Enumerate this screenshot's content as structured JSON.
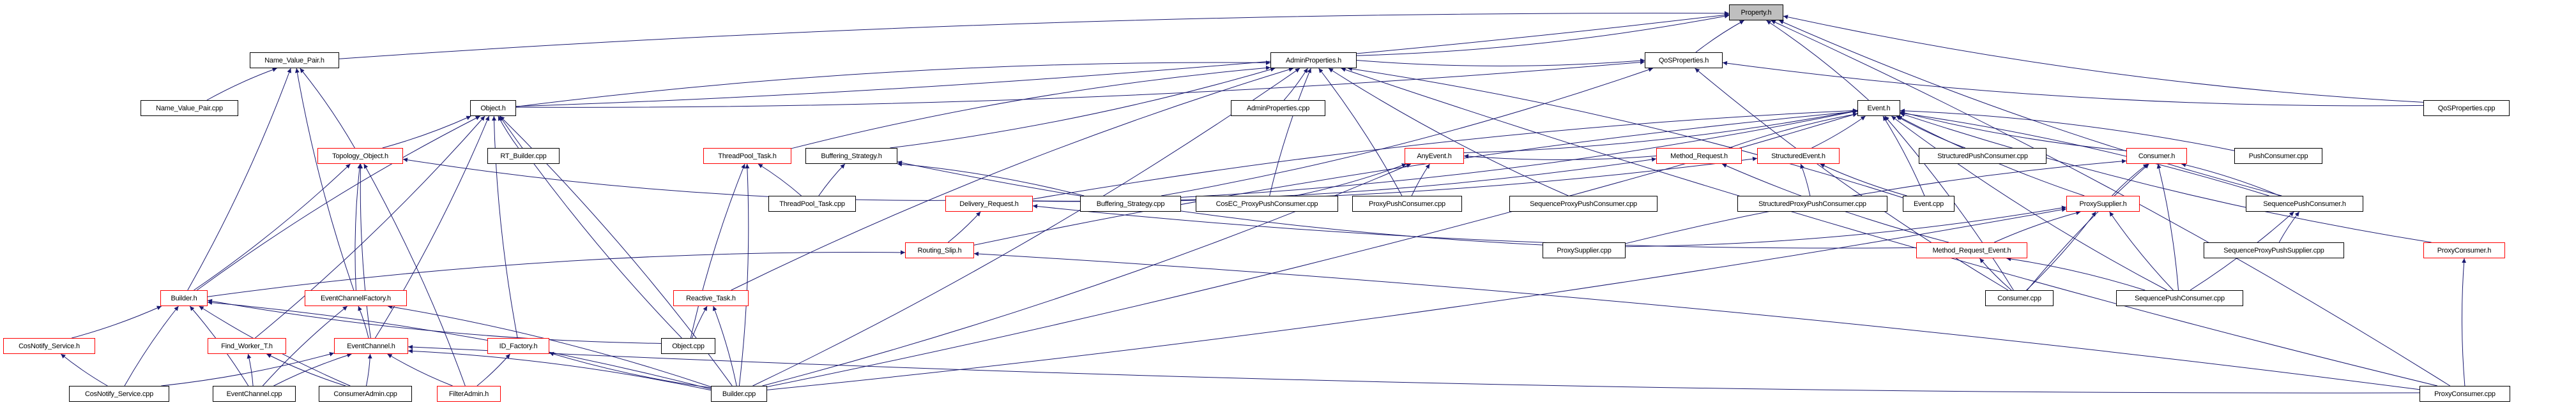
{
  "graph": {
    "title": "Property.h include dependency graph",
    "edge_color": "#191970",
    "legend": {
      "root_fill": "#bfbfbf",
      "truncated_border": "#ff0000",
      "normal_border": "#000000"
    },
    "nodes": [
      {
        "id": "property_h",
        "label": "Property.h",
        "kind": "root"
      },
      {
        "id": "name_value_pair_h",
        "label": "Name_Value_Pair.h",
        "kind": "normal"
      },
      {
        "id": "adminproperties_h",
        "label": "AdminProperties.h",
        "kind": "normal"
      },
      {
        "id": "qosproperties_h",
        "label": "QoSProperties.h",
        "kind": "normal"
      },
      {
        "id": "name_value_pair_cpp",
        "label": "Name_Value_Pair.cpp",
        "kind": "normal"
      },
      {
        "id": "object_h",
        "label": "Object.h",
        "kind": "normal"
      },
      {
        "id": "adminproperties_cpp",
        "label": "AdminProperties.cpp",
        "kind": "normal"
      },
      {
        "id": "event_h",
        "label": "Event.h",
        "kind": "normal"
      },
      {
        "id": "qosproperties_cpp",
        "label": "QoSProperties.cpp",
        "kind": "normal"
      },
      {
        "id": "topology_object_h",
        "label": "Topology_Object.h",
        "kind": "truncated"
      },
      {
        "id": "rt_builder_cpp",
        "label": "RT_Builder.cpp",
        "kind": "normal"
      },
      {
        "id": "threadpool_task_h",
        "label": "ThreadPool_Task.h",
        "kind": "truncated"
      },
      {
        "id": "buffering_strategy_h",
        "label": "Buffering_Strategy.h",
        "kind": "normal"
      },
      {
        "id": "anyevent_h",
        "label": "AnyEvent.h",
        "kind": "truncated"
      },
      {
        "id": "method_request_h",
        "label": "Method_Request.h",
        "kind": "truncated"
      },
      {
        "id": "structuredevent_h",
        "label": "StructuredEvent.h",
        "kind": "truncated"
      },
      {
        "id": "structuredpushconsumer_cpp",
        "label": "StructuredPushConsumer.cpp",
        "kind": "normal"
      },
      {
        "id": "consumer_h",
        "label": "Consumer.h",
        "kind": "truncated"
      },
      {
        "id": "pushconsumer_cpp",
        "label": "PushConsumer.cpp",
        "kind": "normal"
      },
      {
        "id": "threadpool_task_cpp",
        "label": "ThreadPool_Task.cpp",
        "kind": "normal"
      },
      {
        "id": "delivery_request_h",
        "label": "Delivery_Request.h",
        "kind": "truncated"
      },
      {
        "id": "buffering_strategy_cpp",
        "label": "Buffering_Strategy.cpp",
        "kind": "normal"
      },
      {
        "id": "cosec_proxypushconsumer_cpp",
        "label": "CosEC_ProxyPushConsumer.cpp",
        "kind": "normal"
      },
      {
        "id": "proxypushconsumer_cpp",
        "label": "ProxyPushConsumer.cpp",
        "kind": "normal"
      },
      {
        "id": "sequenceproxypushconsumer_cpp",
        "label": "SequenceProxyPushConsumer.cpp",
        "kind": "normal"
      },
      {
        "id": "structuredproxypushconsumer_cpp",
        "label": "StructuredProxyPushConsumer.cpp",
        "kind": "normal"
      },
      {
        "id": "event_cpp",
        "label": "Event.cpp",
        "kind": "normal"
      },
      {
        "id": "proxysupplier_h",
        "label": "ProxySupplier.h",
        "kind": "truncated"
      },
      {
        "id": "sequencepushconsumer_h",
        "label": "SequencePushConsumer.h",
        "kind": "normal"
      },
      {
        "id": "routing_slip_h",
        "label": "Routing_Slip.h",
        "kind": "truncated"
      },
      {
        "id": "proxysupplier_cpp",
        "label": "ProxySupplier.cpp",
        "kind": "normal"
      },
      {
        "id": "method_request_event_h",
        "label": "Method_Request_Event.h",
        "kind": "truncated"
      },
      {
        "id": "sequenceproxypushsupplier_cpp",
        "label": "SequenceProxyPushSupplier.cpp",
        "kind": "normal"
      },
      {
        "id": "proxyconsumer_h",
        "label": "ProxyConsumer.h",
        "kind": "truncated"
      },
      {
        "id": "builder_h",
        "label": "Builder.h",
        "kind": "truncated"
      },
      {
        "id": "eventchannelfactory_h",
        "label": "EventChannelFactory.h",
        "kind": "truncated"
      },
      {
        "id": "reactive_task_h",
        "label": "Reactive_Task.h",
        "kind": "truncated"
      },
      {
        "id": "consumer_cpp",
        "label": "Consumer.cpp",
        "kind": "normal"
      },
      {
        "id": "sequencepushconsumer_cpp",
        "label": "SequencePushConsumer.cpp",
        "kind": "normal"
      },
      {
        "id": "cosnotify_service_h",
        "label": "CosNotify_Service.h",
        "kind": "truncated"
      },
      {
        "id": "find_worker_t_h",
        "label": "Find_Worker_T.h",
        "kind": "truncated"
      },
      {
        "id": "eventchannel_h",
        "label": "EventChannel.h",
        "kind": "truncated"
      },
      {
        "id": "id_factory_h",
        "label": "ID_Factory.h",
        "kind": "truncated"
      },
      {
        "id": "object_cpp",
        "label": "Object.cpp",
        "kind": "normal"
      },
      {
        "id": "cosnotify_service_cpp",
        "label": "CosNotify_Service.cpp",
        "kind": "normal"
      },
      {
        "id": "eventchannel_cpp",
        "label": "EventChannel.cpp",
        "kind": "normal"
      },
      {
        "id": "consumeradmin_cpp",
        "label": "ConsumerAdmin.cpp",
        "kind": "normal"
      },
      {
        "id": "filteradmin_h",
        "label": "FilterAdmin.h",
        "kind": "truncated"
      },
      {
        "id": "builder_cpp",
        "label": "Builder.cpp",
        "kind": "normal"
      },
      {
        "id": "proxyconsumer_cpp",
        "label": "ProxyConsumer.cpp",
        "kind": "normal"
      }
    ],
    "edges": [
      [
        "name_value_pair_h",
        "property_h"
      ],
      [
        "adminproperties_h",
        "property_h"
      ],
      [
        "qosproperties_h",
        "property_h"
      ],
      [
        "event_h",
        "property_h"
      ],
      [
        "qosproperties_cpp",
        "property_h"
      ],
      [
        "proxyconsumer_cpp",
        "property_h"
      ],
      [
        "sequencepushconsumer_h",
        "property_h"
      ],
      [
        "object_h",
        "property_h"
      ],
      [
        "name_value_pair_cpp",
        "name_value_pair_h"
      ],
      [
        "topology_object_h",
        "name_value_pair_h"
      ],
      [
        "eventchannelfactory_h",
        "name_value_pair_h"
      ],
      [
        "builder_h",
        "name_value_pair_h"
      ],
      [
        "object_h",
        "adminproperties_h"
      ],
      [
        "adminproperties_cpp",
        "adminproperties_h"
      ],
      [
        "threadpool_task_h",
        "adminproperties_h"
      ],
      [
        "buffering_strategy_h",
        "adminproperties_h"
      ],
      [
        "cosec_proxypushconsumer_cpp",
        "adminproperties_h"
      ],
      [
        "proxypushconsumer_cpp",
        "adminproperties_h"
      ],
      [
        "sequenceproxypushconsumer_cpp",
        "adminproperties_h"
      ],
      [
        "event_cpp",
        "adminproperties_h"
      ],
      [
        "reactive_task_h",
        "adminproperties_h"
      ],
      [
        "builder_cpp",
        "adminproperties_h"
      ],
      [
        "proxyconsumer_cpp",
        "adminproperties_h"
      ],
      [
        "adminproperties_h",
        "qosproperties_h"
      ],
      [
        "qosproperties_cpp",
        "qosproperties_h"
      ],
      [
        "buffering_strategy_cpp",
        "qosproperties_h"
      ],
      [
        "consumer_cpp",
        "qosproperties_h"
      ],
      [
        "object_h",
        "qosproperties_h"
      ],
      [
        "rt_builder_cpp",
        "object_h"
      ],
      [
        "topology_object_h",
        "object_h"
      ],
      [
        "object_cpp",
        "object_h"
      ],
      [
        "builder_cpp",
        "object_h"
      ],
      [
        "id_factory_h",
        "object_h"
      ],
      [
        "eventchannel_h",
        "object_h"
      ],
      [
        "builder_h",
        "object_h"
      ],
      [
        "find_worker_t_h",
        "object_h"
      ],
      [
        "eventchannelfactory_h",
        "topology_object_h"
      ],
      [
        "builder_h",
        "topology_object_h"
      ],
      [
        "eventchannel_h",
        "topology_object_h"
      ],
      [
        "filteradmin_h",
        "topology_object_h"
      ],
      [
        "delivery_request_h",
        "topology_object_h"
      ],
      [
        "threadpool_task_cpp",
        "threadpool_task_h"
      ],
      [
        "object_cpp",
        "threadpool_task_h"
      ],
      [
        "builder_cpp",
        "threadpool_task_h"
      ],
      [
        "threadpool_task_cpp",
        "buffering_strategy_h"
      ],
      [
        "buffering_strategy_cpp",
        "buffering_strategy_h"
      ],
      [
        "proxysupplier_cpp",
        "buffering_strategy_h"
      ],
      [
        "anyevent_h",
        "event_h"
      ],
      [
        "method_request_h",
        "event_h"
      ],
      [
        "structuredevent_h",
        "event_h"
      ],
      [
        "structuredpushconsumer_cpp",
        "event_h"
      ],
      [
        "event_cpp",
        "event_h"
      ],
      [
        "consumer_h",
        "event_h"
      ],
      [
        "pushconsumer_cpp",
        "event_h"
      ],
      [
        "proxysupplier_h",
        "event_h"
      ],
      [
        "sequencepushconsumer_h",
        "event_h"
      ],
      [
        "proxyconsumer_h",
        "event_h"
      ],
      [
        "consumer_cpp",
        "event_h"
      ],
      [
        "sequencepushconsumer_cpp",
        "event_h"
      ],
      [
        "builder_cpp",
        "event_h"
      ],
      [
        "routing_slip_h",
        "event_h"
      ],
      [
        "buffering_strategy_cpp",
        "event_h"
      ],
      [
        "delivery_request_h",
        "event_h"
      ],
      [
        "cosec_proxypushconsumer_cpp",
        "anyevent_h"
      ],
      [
        "proxypushconsumer_cpp",
        "anyevent_h"
      ],
      [
        "builder_cpp",
        "anyevent_h"
      ],
      [
        "method_request_h",
        "anyevent_h"
      ],
      [
        "delivery_request_h",
        "method_request_h"
      ],
      [
        "method_request_event_h",
        "method_request_h"
      ],
      [
        "structuredproxypushconsumer_cpp",
        "structuredevent_h"
      ],
      [
        "event_cpp",
        "structuredevent_h"
      ],
      [
        "delivery_request_h",
        "structuredevent_h"
      ],
      [
        "proxysupplier_h",
        "consumer_h"
      ],
      [
        "sequencepushconsumer_h",
        "consumer_h"
      ],
      [
        "consumer_cpp",
        "consumer_h"
      ],
      [
        "sequencepushconsumer_cpp",
        "consumer_h"
      ],
      [
        "proxysupplier_cpp",
        "consumer_h"
      ],
      [
        "routing_slip_h",
        "delivery_request_h"
      ],
      [
        "method_request_event_h",
        "delivery_request_h"
      ],
      [
        "proxysupplier_cpp",
        "proxysupplier_h"
      ],
      [
        "method_request_event_h",
        "proxysupplier_h"
      ],
      [
        "consumer_cpp",
        "proxysupplier_h"
      ],
      [
        "sequencepushconsumer_cpp",
        "proxysupplier_h"
      ],
      [
        "builder_cpp",
        "proxysupplier_h"
      ],
      [
        "sequenceproxypushsupplier_cpp",
        "sequencepushconsumer_h"
      ],
      [
        "sequencepushconsumer_cpp",
        "sequencepushconsumer_h"
      ],
      [
        "builder_h",
        "routing_slip_h"
      ],
      [
        "proxyconsumer_cpp",
        "routing_slip_h"
      ],
      [
        "consumer_cpp",
        "method_request_event_h"
      ],
      [
        "sequencepushconsumer_cpp",
        "method_request_event_h"
      ],
      [
        "proxyconsumer_cpp",
        "proxyconsumer_h"
      ],
      [
        "cosnotify_service_h",
        "builder_h"
      ],
      [
        "cosnotify_service_cpp",
        "builder_h"
      ],
      [
        "eventchannel_cpp",
        "builder_h"
      ],
      [
        "consumeradmin_cpp",
        "builder_h"
      ],
      [
        "builder_cpp",
        "builder_h"
      ],
      [
        "object_cpp",
        "builder_h"
      ],
      [
        "eventchannel_h",
        "eventchannelfactory_h"
      ],
      [
        "eventchannel_cpp",
        "eventchannelfactory_h"
      ],
      [
        "builder_cpp",
        "eventchannelfactory_h"
      ],
      [
        "object_cpp",
        "reactive_task_h"
      ],
      [
        "builder_cpp",
        "reactive_task_h"
      ],
      [
        "cosnotify_service_cpp",
        "cosnotify_service_h"
      ],
      [
        "eventchannel_cpp",
        "find_worker_t_h"
      ],
      [
        "consumeradmin_cpp",
        "find_worker_t_h"
      ],
      [
        "cosnotify_service_cpp",
        "eventchannel_h"
      ],
      [
        "eventchannel_cpp",
        "eventchannel_h"
      ],
      [
        "consumeradmin_cpp",
        "eventchannel_h"
      ],
      [
        "filteradmin_h",
        "eventchannel_h"
      ],
      [
        "builder_cpp",
        "eventchannel_h"
      ],
      [
        "proxyconsumer_cpp",
        "eventchannel_h"
      ],
      [
        "filteradmin_h",
        "id_factory_h"
      ],
      [
        "builder_cpp",
        "id_factory_h"
      ]
    ]
  }
}
